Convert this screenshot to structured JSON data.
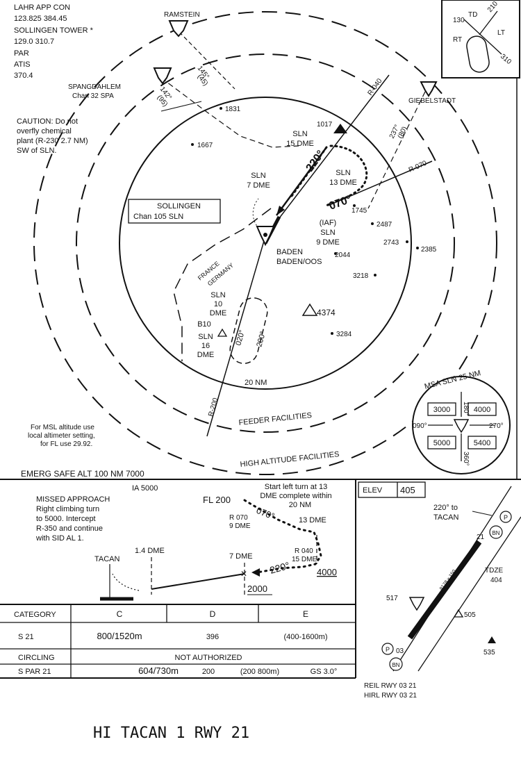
{
  "comm": {
    "lahr": "LAHR APP CON",
    "lahr_freq": "123.825   384.45",
    "sollingen_tower": "SOLLINGEN TOWER *",
    "tower_freq": "129.0   310.7",
    "par": "PAR",
    "atis": "ATIS",
    "atis_freq": "370.4"
  },
  "caution": [
    "CAUTION: Do not",
    "overfly chemical",
    "plant (R-230 2.7 NM)",
    "SW of SLN."
  ],
  "plan": {
    "ramstein": "RAMSTEIN",
    "spangdahlem": [
      "SPANGDAHLEM",
      "Chan 32 SPA"
    ],
    "giebelstadt": "GIEBELSTADT",
    "ramstein_crs": [
      "145°",
      "(45)"
    ],
    "spang_crs": [
      "142°",
      "(95)"
    ],
    "giebel_crs": [
      "237°",
      "(80)"
    ],
    "r040": "R-040",
    "r070": "R-070",
    "r200": "R-200",
    "crs220": "220°",
    "crs070": "070°",
    "crs020": "020°",
    "crs200": "200°",
    "sln15": [
      "SLN",
      "15 DME"
    ],
    "sln13": [
      "SLN",
      "13 DME"
    ],
    "sln7": [
      "SLN",
      "7 DME"
    ],
    "iaf": [
      "(IAF)",
      "SLN",
      "9 DME"
    ],
    "sln10": [
      "SLN",
      "10",
      "DME"
    ],
    "b10": "B10",
    "sln16": [
      "SLN",
      "16",
      "DME"
    ],
    "baden": [
      "BADEN",
      "BADEN/OOS"
    ],
    "sollingen_box": [
      "SOLLINGEN",
      "Chan 105 SLN"
    ],
    "france": "FRANCE",
    "germany": "GERMANY",
    "ring20": "20 NM",
    "feeder": "FEEDER FACILITIES",
    "high_alt": "HIGH ALTITUDE FACILITIES",
    "elevations": [
      "1831",
      "1667",
      "1017",
      "1745",
      "2487",
      "2743",
      "2385",
      "2044",
      "3218",
      "4374",
      "3284"
    ]
  },
  "msl_note": [
    "For MSL altitude use",
    "local altimeter setting,",
    "for FL use 29.92."
  ],
  "emerg": "EMERG SAFE ALT 100 NM 7000",
  "holding": {
    "td": "TD",
    "lt": "LT",
    "rt": "RT",
    "c130": "130",
    "c210": "210",
    "c310": "310"
  },
  "msa": {
    "title": "MSA  SLN  25  NM",
    "values": [
      "3000",
      "4000",
      "5000",
      "5400"
    ],
    "bearings": [
      "180°",
      "090°",
      "270°",
      "360°"
    ]
  },
  "profile": {
    "ia": "IA 5000",
    "missed": [
      "MISSED APPROACH",
      "Right climbing turn",
      "to 5000. Intercept",
      "R-350 and continue",
      "with SID AL 1."
    ],
    "start_turn": [
      "Start left turn at 13",
      "DME complete within",
      "20 NM"
    ],
    "fl200": "FL 200",
    "r070": [
      "R 070",
      "9 DME"
    ],
    "crs070": "070°",
    "dme13": "13 DME",
    "r040": [
      "R 040",
      "15 DME"
    ],
    "crs220": "220°",
    "alt4000": "4000",
    "dme7": "7 DME",
    "alt2000": "2000",
    "dme14": "1.4 DME",
    "tacan": "TACAN"
  },
  "minima": {
    "headers": [
      "CATEGORY",
      "C",
      "D",
      "E"
    ],
    "rows": [
      [
        "S 21",
        "800/1520m",
        "396",
        "(400-1600m)"
      ],
      [
        "CIRCLING",
        "NOT AUTHORIZED"
      ],
      [
        "S PAR 21",
        "604/730m",
        "200",
        "(200 800m)",
        "GS 3.0°"
      ]
    ]
  },
  "aerodrome": {
    "elev_label": "ELEV",
    "elev": "405",
    "to_tacan": [
      "220° to",
      "TACAN"
    ],
    "rwy_top": "21",
    "rwy_bottom": "03",
    "dims": "8178 x 150",
    "tdze": [
      "TDZE",
      "404"
    ],
    "tacan_elev": "517",
    "obst1": "505",
    "obst2": "535",
    "p": "P",
    "bn": "BN",
    "reil": "REIL RWY 03 21",
    "hirl": "HIRL RWY 03 21"
  },
  "title": "HI TACAN 1   RWY 21"
}
